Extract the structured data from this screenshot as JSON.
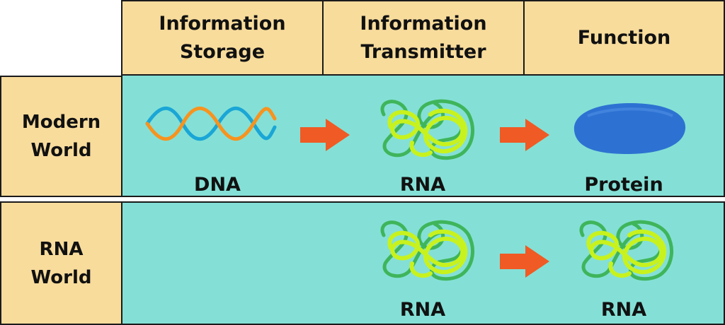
{
  "colors": {
    "header_fill": "#f8dc9c",
    "band_fill": "#84e0d6",
    "arrow": "#f05a24",
    "dna_strand_a": "#f7931e",
    "dna_strand_b": "#1aa6d6",
    "rna_dark": "#3fb55b",
    "rna_light": "#c8f21e",
    "protein": "#2d72d2"
  },
  "headers": [
    {
      "line1": "Information",
      "line2": "Storage"
    },
    {
      "line1": "Information",
      "line2": "Transmitter"
    },
    {
      "line1": "Function",
      "line2": ""
    }
  ],
  "rows": [
    {
      "label_line1": "Modern",
      "label_line2": "World",
      "items": {
        "storage": "DNA",
        "transmitter": "RNA",
        "function": "Protein"
      }
    },
    {
      "label_line1": "RNA",
      "label_line2": "World",
      "items": {
        "transmitter": "RNA",
        "function": "RNA"
      }
    }
  ],
  "icons": {
    "dna": "dna-double-helix-icon",
    "rna": "rna-strand-icon",
    "protein": "protein-blob-icon",
    "arrow": "right-arrow-icon"
  }
}
